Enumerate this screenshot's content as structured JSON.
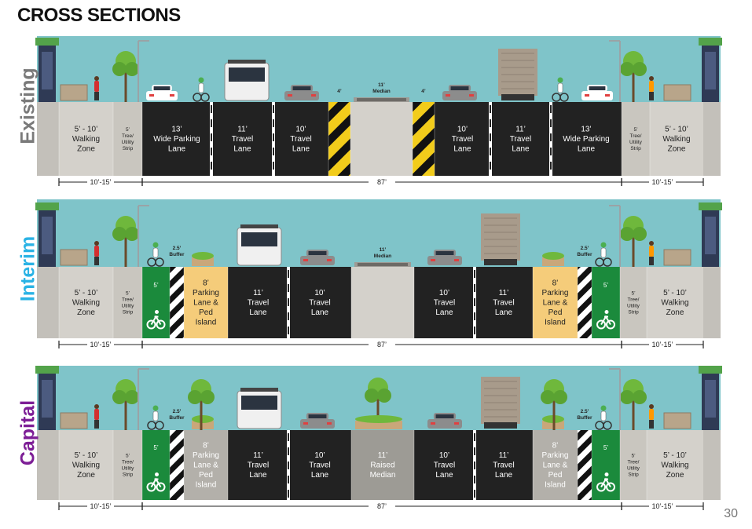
{
  "title": "CROSS SECTIONS",
  "page_number": "30",
  "colors": {
    "sky": "#7fc4c9",
    "asphalt": "#222222",
    "sidewalk": "#d4d1cb",
    "utility_strip": "#c9c6bf",
    "median": "#d4d1cb",
    "raised_median": "#9d9b95",
    "hatch_yellow": "#f2cc1b",
    "bike_green": "#1b8a3c",
    "parking_yellow": "#f5cc7a",
    "ped_island_gray": "#b3b0aa",
    "existing_label": "#7a7a7a",
    "interim_label": "#2ab3e5",
    "capital_label": "#7d1e96"
  },
  "sections": [
    {
      "label": "Existing",
      "lanes": [
        {
          "type": "walk",
          "lines": [
            "5’ - 10’",
            "Walking",
            "Zone"
          ]
        },
        {
          "type": "strip",
          "lines": [
            "5’",
            "Tree/",
            "Utility",
            "Strip"
          ]
        },
        {
          "type": "asphalt",
          "lines": [
            "13’",
            "Wide Parking",
            "Lane"
          ]
        },
        {
          "type": "asphalt",
          "lines": [
            "11’",
            "Travel",
            "Lane"
          ]
        },
        {
          "type": "asphalt",
          "lines": [
            "10’",
            "Travel",
            "Lane"
          ]
        },
        {
          "type": "hatch",
          "lines": [],
          "top_label": "4’"
        },
        {
          "type": "median",
          "lines": [],
          "top_label": "11’ Median"
        },
        {
          "type": "hatch",
          "lines": [],
          "top_label": "4’"
        },
        {
          "type": "asphalt",
          "lines": [
            "10’",
            "Travel",
            "Lane"
          ]
        },
        {
          "type": "asphalt",
          "lines": [
            "11’",
            "Travel",
            "Lane"
          ]
        },
        {
          "type": "asphalt",
          "lines": [
            "13’",
            "Wide Parking",
            "Lane"
          ]
        },
        {
          "type": "strip",
          "lines": [
            "5’",
            "Tree/",
            "Utility",
            "Strip"
          ]
        },
        {
          "type": "walk",
          "lines": [
            "5’ - 10’",
            "Walking",
            "Zone"
          ]
        }
      ],
      "dims": [
        "10’-15’",
        "87’",
        "10’-15’"
      ]
    },
    {
      "label": "Interim",
      "lanes": [
        {
          "type": "walk",
          "lines": [
            "5’ - 10’",
            "Walking",
            "Zone"
          ]
        },
        {
          "type": "strip",
          "lines": [
            "5’",
            "Tree/",
            "Utility",
            "Strip"
          ]
        },
        {
          "type": "bike",
          "lines": [
            "5’"
          ]
        },
        {
          "type": "buffer",
          "lines": [],
          "top_label": "2.5’ Buffer"
        },
        {
          "type": "parking",
          "lines": [
            "8’",
            "Parking",
            "Lane &",
            "Ped",
            "Island"
          ]
        },
        {
          "type": "asphalt",
          "lines": [
            "11’",
            "Travel",
            "Lane"
          ]
        },
        {
          "type": "asphalt",
          "lines": [
            "10’",
            "Travel",
            "Lane"
          ]
        },
        {
          "type": "median",
          "lines": [],
          "top_label": "11’ Median"
        },
        {
          "type": "asphalt",
          "lines": [
            "10’",
            "Travel",
            "Lane"
          ]
        },
        {
          "type": "asphalt",
          "lines": [
            "11’",
            "Travel",
            "Lane"
          ]
        },
        {
          "type": "parking",
          "lines": [
            "8’",
            "Parking",
            "Lane &",
            "Ped",
            "Island"
          ]
        },
        {
          "type": "buffer",
          "lines": [],
          "top_label": "2.5’ Buffer"
        },
        {
          "type": "bike",
          "lines": [
            "5’"
          ]
        },
        {
          "type": "strip",
          "lines": [
            "5’",
            "Tree/",
            "Utility",
            "Strip"
          ]
        },
        {
          "type": "walk",
          "lines": [
            "5’ - 10’",
            "Walking",
            "Zone"
          ]
        }
      ],
      "dims": [
        "10’-15’",
        "87’",
        "10’-15’"
      ]
    },
    {
      "label": "Capital",
      "lanes": [
        {
          "type": "walk",
          "lines": [
            "5’ - 10’",
            "Walking",
            "Zone"
          ]
        },
        {
          "type": "strip",
          "lines": [
            "5’",
            "Tree/",
            "Utility",
            "Strip"
          ]
        },
        {
          "type": "bike",
          "lines": [
            "5’"
          ]
        },
        {
          "type": "buffer",
          "lines": [],
          "top_label": "2.5’ Buffer"
        },
        {
          "type": "island",
          "lines": [
            "8’",
            "Parking",
            "Lane &",
            "Ped",
            "Island"
          ]
        },
        {
          "type": "asphalt",
          "lines": [
            "11’",
            "Travel",
            "Lane"
          ]
        },
        {
          "type": "asphalt",
          "lines": [
            "10’",
            "Travel",
            "Lane"
          ]
        },
        {
          "type": "raised",
          "lines": [
            "11’",
            "Raised",
            "Median"
          ]
        },
        {
          "type": "asphalt",
          "lines": [
            "10’",
            "Travel",
            "Lane"
          ]
        },
        {
          "type": "asphalt",
          "lines": [
            "11’",
            "Travel",
            "Lane"
          ]
        },
        {
          "type": "island",
          "lines": [
            "8’",
            "Parking",
            "Lane &",
            "Ped",
            "Island"
          ]
        },
        {
          "type": "buffer",
          "lines": [],
          "top_label": "2.5’ Buffer"
        },
        {
          "type": "bike",
          "lines": [
            "5’"
          ]
        },
        {
          "type": "strip",
          "lines": [
            "5’",
            "Tree/",
            "Utility",
            "Strip"
          ]
        },
        {
          "type": "walk",
          "lines": [
            "5’ - 10’",
            "Walking",
            "Zone"
          ]
        }
      ],
      "dims": [
        "10’-15’",
        "87’",
        "10’-15’"
      ]
    }
  ]
}
